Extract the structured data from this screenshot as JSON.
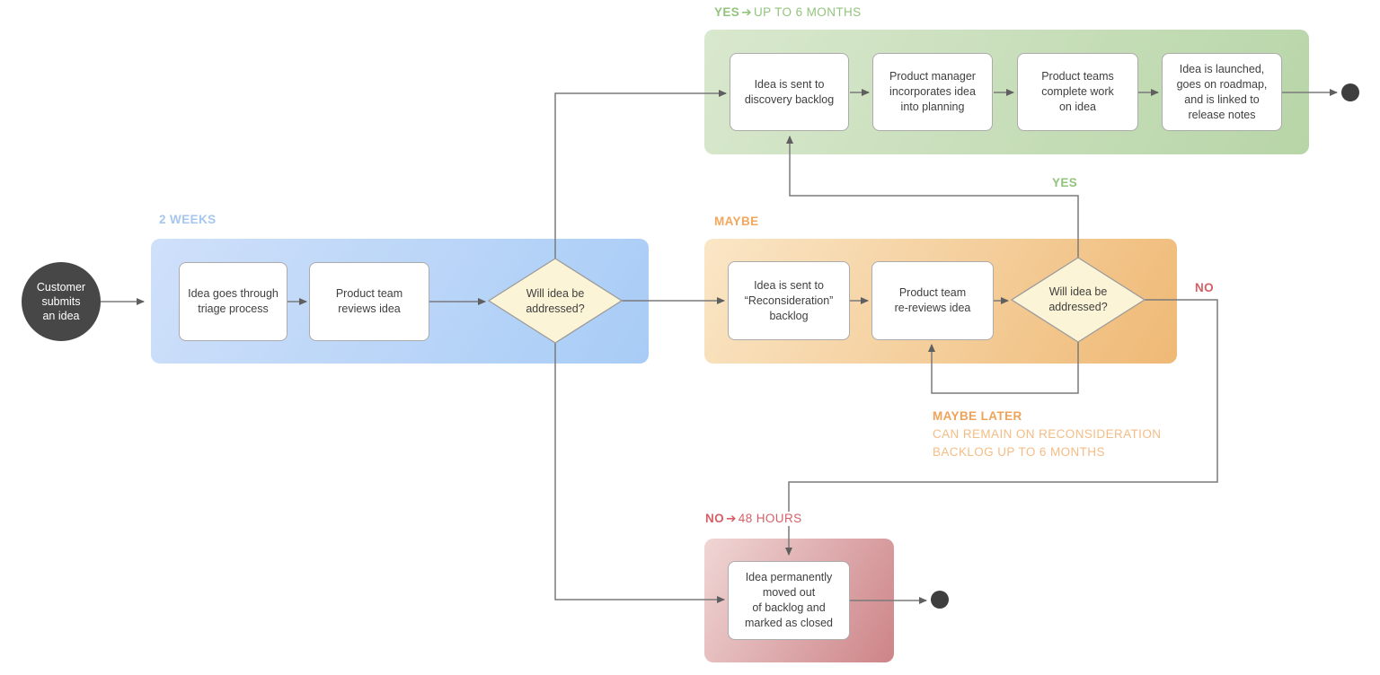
{
  "start": {
    "label": "Customer\nsubmits\nan idea"
  },
  "lanes": {
    "triage": {
      "header": "2 WEEKS",
      "steps": [
        "Idea goes through\ntriage process",
        "Product team\nreviews idea"
      ],
      "decision": "Will idea be\naddressed?"
    },
    "yes": {
      "header_bold": "YES",
      "header_arrow": "➔",
      "header_rest": "UP TO 6 MONTHS",
      "steps": [
        "Idea is sent to\ndiscovery backlog",
        "Product manager\nincorporates idea\ninto planning",
        "Product teams\ncomplete work\non idea",
        "Idea is launched,\ngoes on roadmap,\nand is linked to\nrelease notes"
      ]
    },
    "maybe": {
      "header": "MAYBE",
      "steps": [
        "Idea is sent to\n“Reconsideration”\nbacklog",
        "Product team\nre-reviews idea"
      ],
      "decision": "Will idea be\naddressed?",
      "note_title": "MAYBE LATER",
      "note_line1": "CAN REMAIN ON RECONSIDERATION",
      "note_line2": "BACKLOG UP TO 6 MONTHS"
    },
    "no": {
      "header_bold": "NO",
      "header_arrow": "➔",
      "header_rest": "48 HOURS",
      "steps": [
        "Idea permanently\nmoved out\nof backlog and\nmarked as closed"
      ]
    }
  },
  "branch_labels": {
    "yes": "YES",
    "no": "NO"
  },
  "colors": {
    "blue_region_light": "#cfe0fa",
    "blue_region_dark": "#a8ccf6",
    "blue_label": "#a6c6ed",
    "green_region_light": "#d9e8ce",
    "green_region_dark": "#b7d5a7",
    "green_label": "#93c47d",
    "orange_region_light": "#fae6c6",
    "orange_region_dark": "#efb975",
    "orange_label": "#f2a75c",
    "orange_note_body": "#f4bd85",
    "red_region_light": "#f0d6d5",
    "red_region_dark": "#cd8488",
    "red_label": "#d55f66",
    "diamond_fill": "#fcf4d6",
    "connector": "#7a7a7a",
    "terminal_node": "#3e3e3e"
  }
}
